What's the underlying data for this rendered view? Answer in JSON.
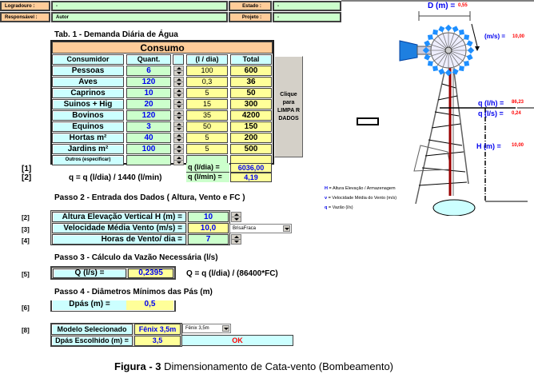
{
  "header": {
    "logradouro_label": "Logradouro :",
    "logradouro_value": "-",
    "estado_label": "Estado :",
    "estado_value": "-",
    "responsavel_label": "Responsável :",
    "responsavel_value": "Autor",
    "projeto_label": "Projeto :",
    "projeto_value": "-"
  },
  "table1": {
    "title": "Tab. 1 - Demanda Diária de Água",
    "group_header": "Consumo",
    "columns": [
      "Consumidor",
      "Quant.",
      "",
      "(l / dia)",
      "Total"
    ],
    "rows": [
      {
        "consumidor": "Pessoas",
        "quant": "6",
        "ldia": "100",
        "total": "600"
      },
      {
        "consumidor": "Aves",
        "quant": "120",
        "ldia": "0,3",
        "total": "36"
      },
      {
        "consumidor": "Caprinos",
        "quant": "10",
        "ldia": "5",
        "total": "50"
      },
      {
        "consumidor": "Suinos + Hig",
        "quant": "20",
        "ldia": "15",
        "total": "300"
      },
      {
        "consumidor": "Bovinos",
        "quant": "120",
        "ldia": "35",
        "total": "4200"
      },
      {
        "consumidor": "Equinos",
        "quant": "3",
        "ldia": "50",
        "total": "150"
      },
      {
        "consumidor": "Hortas m²",
        "quant": "40",
        "ldia": "5",
        "total": "200"
      },
      {
        "consumidor": "Jardins m²",
        "quant": "100",
        "ldia": "5",
        "total": "500"
      },
      {
        "consumidor": "Outros (especificar)",
        "quant": "",
        "ldia": "",
        "total": ""
      }
    ],
    "clear_button": "Clique para LIMPA R DADOS",
    "q_dia_label": "q (l/dia) =",
    "q_dia_value": "6036,00",
    "q_min_label": "q (l/min) =",
    "q_min_value": "4,19",
    "ref1": "[1]",
    "ref2": "[2]",
    "formula": "q = q (l/dia) / 1440  (l/min)"
  },
  "step2": {
    "title": "Passo 2 - Entrada dos Dados ( Altura, Vento e FC )",
    "refs": [
      "[2]",
      "[3]",
      "[4]"
    ],
    "altura_label": "Altura Elevação Vertical H (m) =",
    "altura_value": "10",
    "vento_label": "Velocidade Média Vento (m/s) =",
    "vento_value": "10,0",
    "vento_dropdown": "BrisaFraca",
    "horas_label": "Horas de Vento/ dia =",
    "horas_value": "7"
  },
  "step3": {
    "title": "Passo 3 - Cálculo da Vazão Necessária (l/s)",
    "ref": "[5]",
    "q_label": "Q (l/s) =",
    "q_value": "0,2395",
    "formula": "Q = q (l/dia) / (86400*FC)"
  },
  "step4": {
    "title": "Passo 4 - Diâmetros Mínimos das Pás (m)",
    "ref": "[6]",
    "dpas_label": "Dpás (m) =",
    "dpas_value": "0,5"
  },
  "step5": {
    "ref": "[8]",
    "modelo_label": "Modelo Selecionado",
    "modelo_value": "Fênix 3,5m",
    "modelo_dropdown": "Fênix 3,5m",
    "dpas_esc_label": "Dpás Escolhido (m) =",
    "dpas_esc_value": "3,5",
    "status": "OK"
  },
  "diagram": {
    "d_label": "D (m) =",
    "d_value": "0,55",
    "v_label": "(m/s) =",
    "v_value": "10,00",
    "qh_label": "q (l/h) =",
    "qh_value": "86,23",
    "qs_label": "q (l/s) =",
    "qs_value": "0,24",
    "h_label": "H (m) =",
    "h_value": "10,00",
    "legend": [
      {
        "key": "H",
        "text": "= Altura Elevação / Armazenagem"
      },
      {
        "key": "v",
        "text": "= Velocidade Média do Vento (m/s)"
      },
      {
        "key": "q",
        "text": "= Vazão (l/s)"
      }
    ]
  },
  "caption": {
    "bold": "Figura - 3",
    "text": " Dimensionamento de Cata-vento (Bombeamento)"
  }
}
